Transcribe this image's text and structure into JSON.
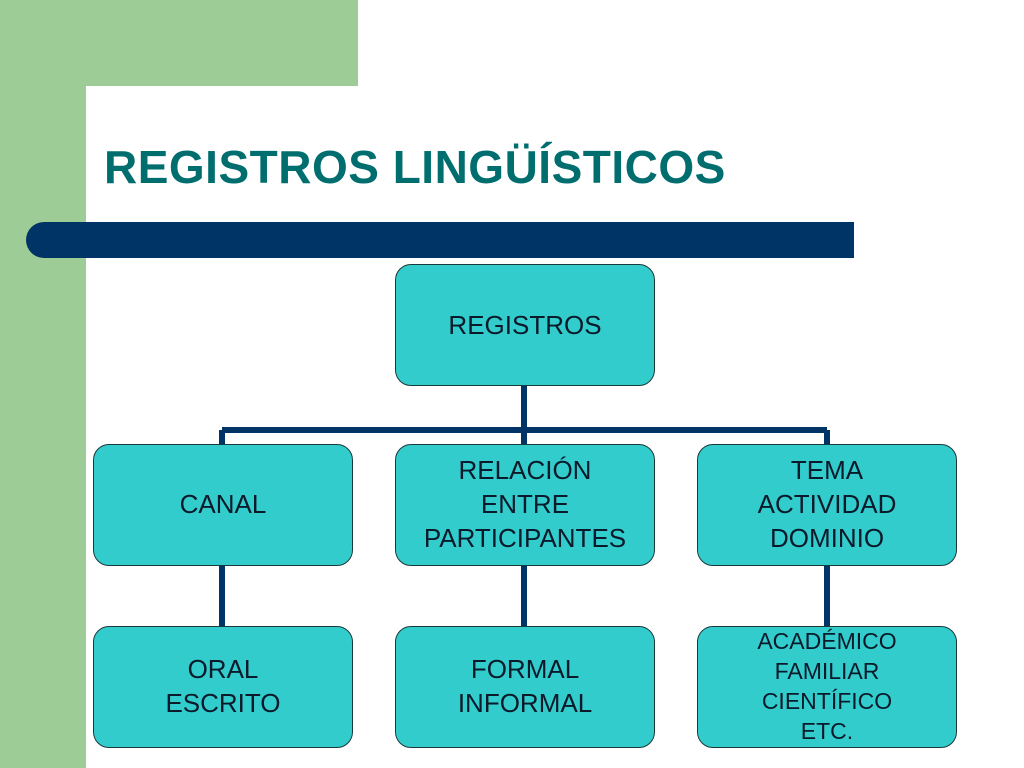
{
  "slide": {
    "title": "REGISTROS LINGÜÍSTICOS"
  },
  "diagram": {
    "root": "REGISTROS",
    "level1": [
      "CANAL",
      "RELACIÓN\nENTRE\nPARTICIPANTES",
      "TEMA\nACTIVIDAD\nDOMINIO"
    ],
    "level2": [
      "ORAL\nESCRITO",
      "FORMAL\nINFORMAL",
      "ACADÉMICO\nFAMILIAR\nCIENTÍFICO\nETC."
    ]
  },
  "colors": {
    "accent_green": "#9dcc96",
    "title_text": "#006e6e",
    "title_bar": "#003366",
    "box_fill": "#33cccc",
    "connector": "#003366"
  }
}
